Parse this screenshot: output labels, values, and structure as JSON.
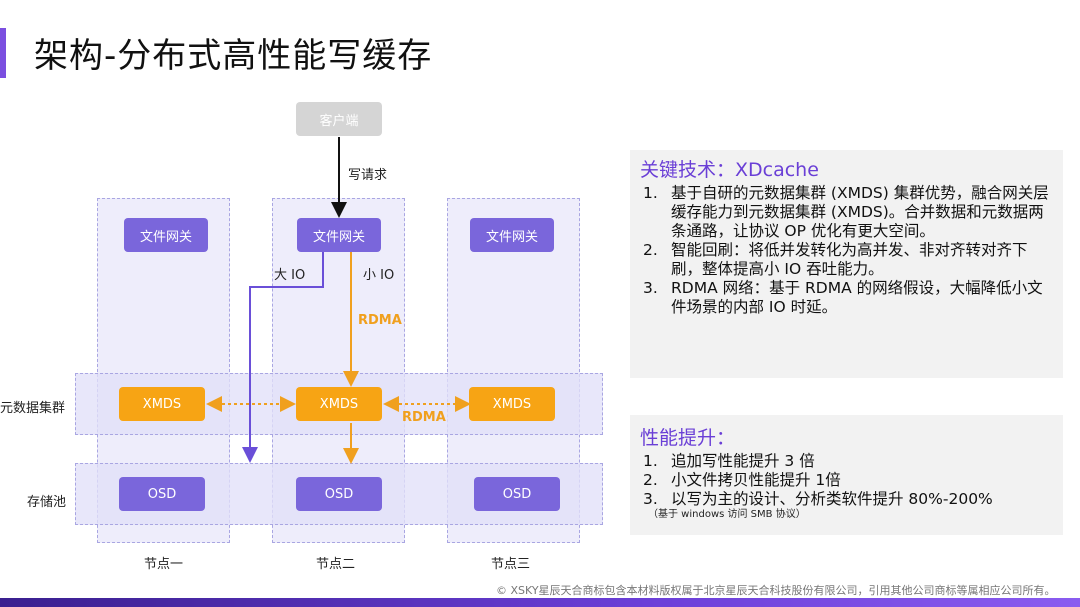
{
  "title": "架构-分布式高性能写缓存",
  "diagram": {
    "client": "客户端",
    "write_request": "写请求",
    "gateway": "文件网关",
    "large_io": "大 IO",
    "small_io": "小 IO",
    "rdma": "RDMA",
    "xmds": "XMDS",
    "osd": "OSD",
    "meta_cluster": "元数据集群",
    "storage_pool": "存储池",
    "nodes": [
      "节点一",
      "节点二",
      "节点三"
    ]
  },
  "key_tech": {
    "heading": "关键技术：XDcache",
    "items": [
      {
        "num": "1.",
        "text": "基于自研的元数据集群 (XMDS) 集群优势，融合网关层缓存能力到元数据集群 (XMDS)。合并数据和元数据两条通路，让协议 OP 优化有更大空间。"
      },
      {
        "num": "2.",
        "text": "智能回刷：将低并发转化为高并发、非对齐转对齐下刷，整体提高小 IO 吞吐能力。"
      },
      {
        "num": "3.",
        "text": "RDMA 网络：基于 RDMA 的网络假设，大幅降低小文件场景的内部 IO 时延。"
      }
    ]
  },
  "perf": {
    "heading": "性能提升：",
    "items": [
      {
        "num": "1.",
        "text": "追加写性能提升 3 倍"
      },
      {
        "num": "2.",
        "text": "小文件拷贝性能提升 1倍"
      },
      {
        "num": "3.",
        "text": "以写为主的设计、分析类软件提升 80%-200%"
      }
    ],
    "note": "（基于 windows 访问 SMB 协议）"
  },
  "footer": "©   XSKY星辰天合商标包含本材料版权属于北京星辰天合科技股份有限公司，引用其他公司商标等属相应公司所有。",
  "colors": {
    "accent": "#7b4fe0",
    "purple_box": "#7a66db",
    "orange_box": "#f7a414",
    "rdma_text": "#f0a01e"
  }
}
